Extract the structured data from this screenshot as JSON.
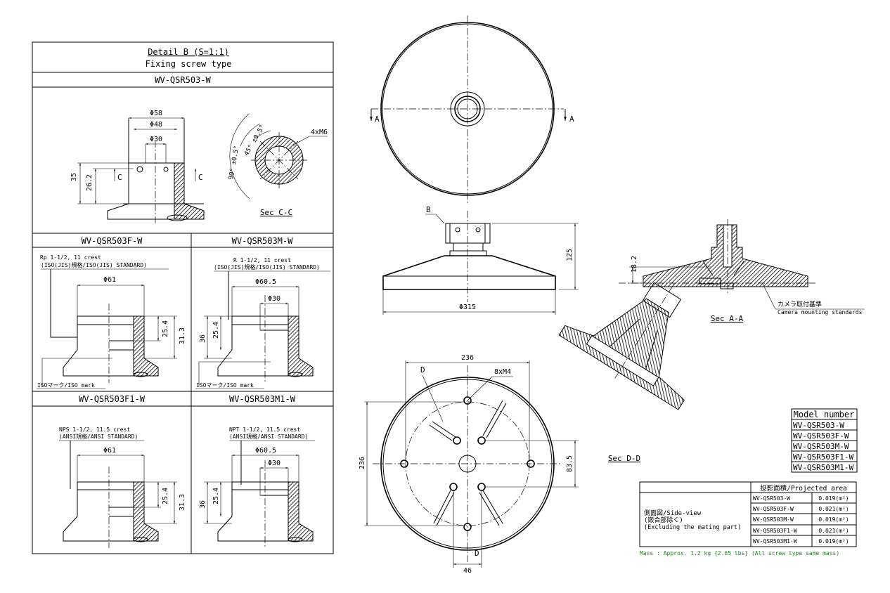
{
  "detail_b": {
    "title": "Detail B (S=1:1)",
    "subtitle": "Fixing screw type",
    "model_main": "WV-QSR503-W",
    "dims": {
      "d58": "Φ58",
      "d48": "Φ48",
      "d30": "Φ30",
      "h35": "35",
      "h262": "26.2",
      "c": "C"
    },
    "sec_cc": {
      "label": "Sec C-C",
      "screws": "4xM6",
      "a90": "90° ±0.5°",
      "a45": "45° ±0.5°"
    }
  },
  "panels": [
    {
      "model": "WV-QSR503F-W",
      "thread1": "Rp 1-1/2, 11 crest",
      "thread2": "(ISO(JIS)規格/ISO(JIS) STANDARD)",
      "d1": "Φ61",
      "h1": "25.4",
      "h2": "31.3",
      "mark": "ISOマーク/ISO mark"
    },
    {
      "model": "WV-QSR503M-W",
      "thread1": "R 1-1/2, 11 crest",
      "thread2": "(ISO(JIS)規格/ISO(JIS) STANDARD)",
      "d1": "Φ60.5",
      "d2": "Φ30",
      "h1": "25.4",
      "h2": "36",
      "mark": "ISOマーク/ISO mark"
    },
    {
      "model": "WV-QSR503F1-W",
      "thread1": "NPS 1-1/2, 11.5 crest",
      "thread2": "(ANSI規格/ANSI STANDARD)",
      "d1": "Φ61",
      "h1": "25.4",
      "h2": "31.3"
    },
    {
      "model": "WV-QSR503M1-W",
      "thread1": "NPT 1-1/2, 11.5 crest",
      "thread2": "(ANSI規格/ANSI STANDARD)",
      "d1": "Φ60.5",
      "d2": "Φ30",
      "h1": "25.4",
      "h2": "36"
    }
  ],
  "views": {
    "a_mark": "A",
    "b_mark": "B",
    "d315": "Φ315",
    "h125": "125",
    "d236_top": "236",
    "d236_side": "236",
    "screws": "8xM4",
    "d_mark": "D",
    "w46": "46",
    "h835": "83.5",
    "h182": "18.2",
    "sec_aa": "Sec A-A",
    "sec_dd": "Sec D-D",
    "cam_std1": "カメラ取付基準",
    "cam_std2": "Camera mounting standards"
  },
  "model_box": {
    "header": "Model number",
    "models": [
      "WV-QSR503-W",
      "WV-QSR503F-W",
      "WV-QSR503M-W",
      "WV-QSR503F1-W",
      "WV-QSR503M1-W"
    ]
  },
  "proj_table": {
    "header": "投影面積/Projected area",
    "left1": "側面図/Side-view",
    "left2": "(嵌合部除く)",
    "left3": "(Excluding the mating part)",
    "rows": [
      {
        "model": "WV-QSR503-W",
        "area": "0.019(m²)"
      },
      {
        "model": "WV-QSR503F-W",
        "area": "0.021(m²)"
      },
      {
        "model": "WV-QSR503M-W",
        "area": "0.019(m²)"
      },
      {
        "model": "WV-QSR503F1-W",
        "area": "0.021(m²)"
      },
      {
        "model": "WV-QSR503M1-W",
        "area": "0.019(m²)"
      }
    ]
  },
  "mass_note": "Mass : Approx. 1.2 kg {2.65 lbs} (All screw type same mass)",
  "colors": {
    "line": "#000000",
    "note": "#1a8a1a"
  }
}
